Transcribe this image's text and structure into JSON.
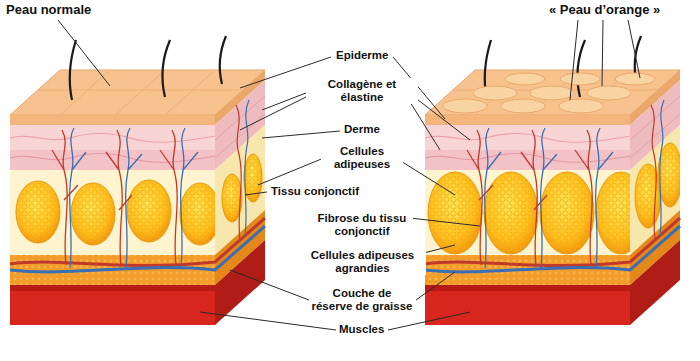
{
  "diagram": {
    "labels": [
      "Peau normale",
      "« Peau d’orange »",
      "Epiderme",
      "Collagène et élastine",
      "Derme",
      "Cellules adipeuses",
      "Tissu conjonctif",
      "Fibrose du tissu conjonctif",
      "Cellules adipeuses agrandies",
      "Couche de réserve de graisse",
      "Muscles"
    ]
  }
}
